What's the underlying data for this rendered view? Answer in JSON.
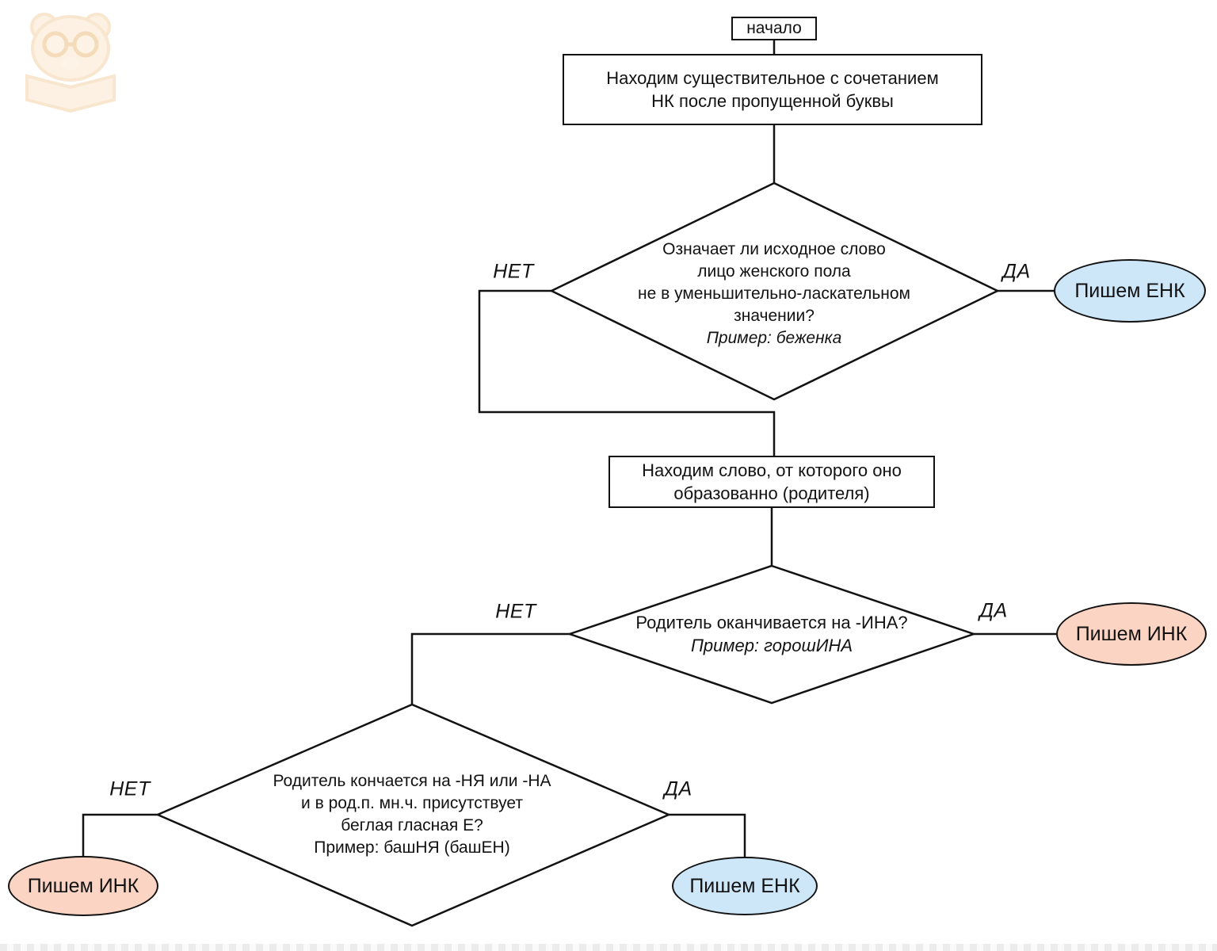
{
  "start": {
    "label": "начало"
  },
  "steps": {
    "step1": "Находим существительное с сочетанием\nНК после пропущенной буквы",
    "step2": "Находим слово, от которого оно\nобразованно (родителя)"
  },
  "decisions": {
    "d1": {
      "question": "Означает ли исходное слово\nлицо женского пола\nне в уменьшительно-ласкательном\nзначении?",
      "example": "Пример: беженка"
    },
    "d2": {
      "question": "Родитель оканчивается на -ИНА?",
      "example": "Пример: горошИНА"
    },
    "d3": {
      "question": "Родитель кончается на -НЯ или -НА\nи в род.п. мн.ч. присутствует\nбеглая гласная Е?\nПример: башНЯ (башЕН)"
    }
  },
  "edge_labels": {
    "no": "НЕТ",
    "yes": "ДА"
  },
  "results": {
    "d1_yes": "Пишем ЕНК",
    "d2_yes": "Пишем ИНК",
    "d3_no": "Пишем ИНК",
    "d3_yes": "Пишем ЕНК"
  },
  "colors": {
    "enk_fill": "#cde6f8",
    "ink_fill": "#fbd4c4",
    "stroke": "#121212",
    "background": "#ffffff"
  }
}
